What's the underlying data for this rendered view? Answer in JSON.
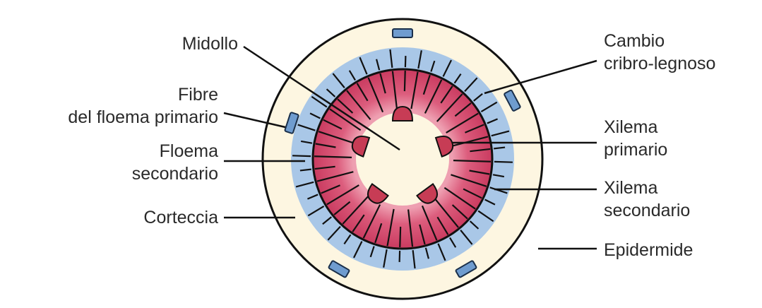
{
  "diagram": {
    "labels": {
      "midollo": "Midollo",
      "fibre": [
        "Fibre",
        "del floema primario"
      ],
      "floema_secondario": [
        "Floema",
        "secondario"
      ],
      "corteccia": "Corteccia",
      "cambio": [
        "Cambio",
        "cribro-legnoso"
      ],
      "xilema_primario": [
        "Xilema",
        "primario"
      ],
      "xilema_secondario": [
        "Xilema",
        "secondario"
      ],
      "epidermide": "Epidermide"
    },
    "colors": {
      "epidermis_fill": "#fdf6e1",
      "phloem": "#a8c6e6",
      "xylem": "#d2486a",
      "xylem_light": "#e98aa0",
      "pith": "#fdf6e1",
      "primary_xylem": "#c73c55",
      "fiber_fill": "#6f9ccf",
      "line": "#111111"
    }
  }
}
